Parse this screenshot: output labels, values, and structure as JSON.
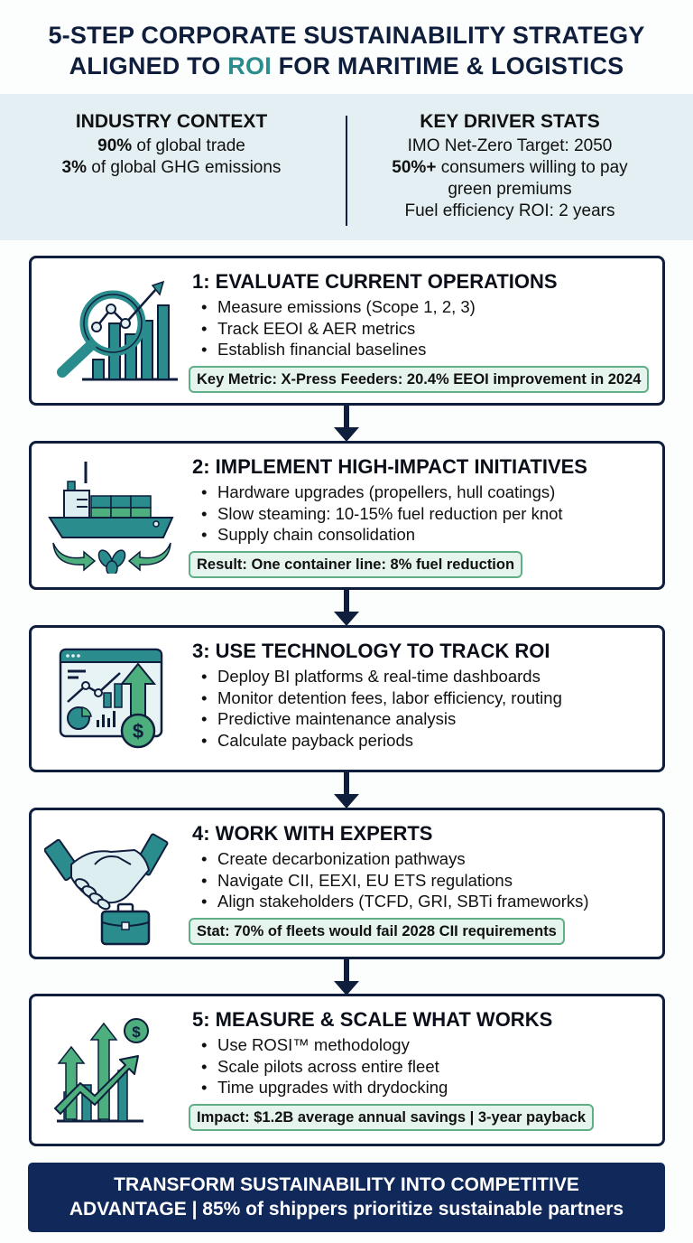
{
  "header": {
    "title_line1": "5-STEP CORPORATE SUSTAINABILITY STRATEGY",
    "title_line2_pre": "ALIGNED TO ",
    "title_line2_accent": "ROI",
    "title_line2_post": " FOR MARITIME & LOGISTICS"
  },
  "context": {
    "industry": {
      "heading": "INDUSTRY CONTEXT",
      "lines": [
        {
          "bold": "90%",
          "text": " of global trade"
        },
        {
          "bold": "3%",
          "text": " of global GHG emissions"
        }
      ]
    },
    "drivers": {
      "heading": "KEY DRIVER STATS",
      "line1": "IMO Net-Zero Target: 2050",
      "line2_bold": "50%+",
      "line2_text": " consumers willing to pay",
      "line3": "green premiums",
      "line4": "Fuel efficiency ROI: 2 years"
    }
  },
  "steps": [
    {
      "title": "1: EVALUATE CURRENT OPERATIONS",
      "icon": "magnifier-chart-icon",
      "bullets": [
        "Measure emissions (Scope 1, 2, 3)",
        "Track EEOI & AER metrics",
        "Establish financial baselines"
      ],
      "highlight": "Key Metric: X-Press Feeders: 20.4% EEOI improvement in 2024"
    },
    {
      "title": "2: IMPLEMENT HIGH-IMPACT INITIATIVES",
      "icon": "container-ship-icon",
      "bullets": [
        "Hardware upgrades (propellers, hull coatings)",
        "Slow steaming: 10-15% fuel reduction per knot",
        "Supply chain consolidation"
      ],
      "highlight": "Result: One container line: 8% fuel reduction"
    },
    {
      "title": "3: USE TECHNOLOGY TO TRACK ROI",
      "icon": "dashboard-dollar-icon",
      "bullets": [
        "Deploy BI platforms & real-time dashboards",
        "Monitor detention fees, labor efficiency, routing",
        "Predictive maintenance analysis",
        "Calculate payback periods"
      ]
    },
    {
      "title": "4: WORK WITH EXPERTS",
      "icon": "handshake-briefcase-icon",
      "bullets": [
        "Create decarbonization pathways",
        "Navigate CII, EEXI, EU ETS regulations",
        "Align stakeholders (TCFD, GRI, SBTi frameworks)"
      ],
      "highlight": "Stat: 70% of fleets would fail 2028 CII requirements"
    },
    {
      "title": "5: MEASURE & SCALE WHAT WORKS",
      "icon": "growth-arrows-icon",
      "bullets": [
        "Use ROSI™ methodology",
        "Scale pilots across entire fleet",
        "Time upgrades with drydocking"
      ],
      "highlight": "Impact: $1.2B average annual savings | 3-year payback"
    }
  ],
  "footer": {
    "line1": "TRANSFORM SUSTAINABILITY INTO COMPETITIVE",
    "line2": "ADVANTAGE | 85% of shippers prioritize sustainable partners"
  },
  "colors": {
    "navy": "#0f1e3d",
    "teal": "#2a8c8c",
    "green": "#4caf7d",
    "highlight_border": "#5fae85",
    "highlight_bg": "#e6f4ee",
    "context_bg": "#e3eff2",
    "footer_bg": "#11285a"
  }
}
